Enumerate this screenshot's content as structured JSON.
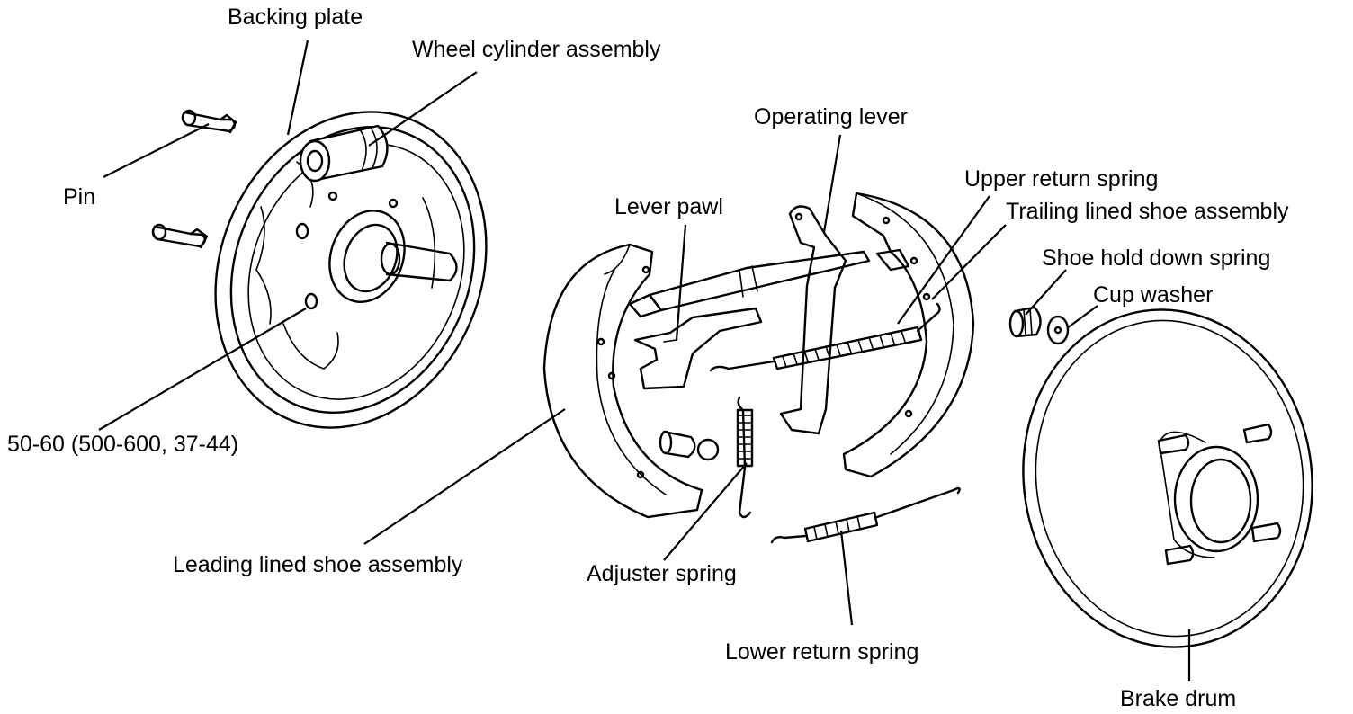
{
  "labels": {
    "backing_plate": "Backing plate",
    "wheel_cylinder_assembly": "Wheel cylinder assembly",
    "pin": "Pin",
    "torque_spec": "50-60 (500-600, 37-44)",
    "operating_lever": "Operating lever",
    "upper_return_spring": "Upper return spring",
    "trailing_lined_shoe_assembly": "Trailing lined shoe assembly",
    "lever_pawl": "Lever pawl",
    "shoe_hold_down_spring": "Shoe hold down spring",
    "cup_washer": "Cup washer",
    "leading_lined_shoe_assembly": "Leading lined shoe assembly",
    "adjuster_spring": "Adjuster spring",
    "lower_return_spring": "Lower return spring",
    "brake_drum": "Brake drum"
  }
}
